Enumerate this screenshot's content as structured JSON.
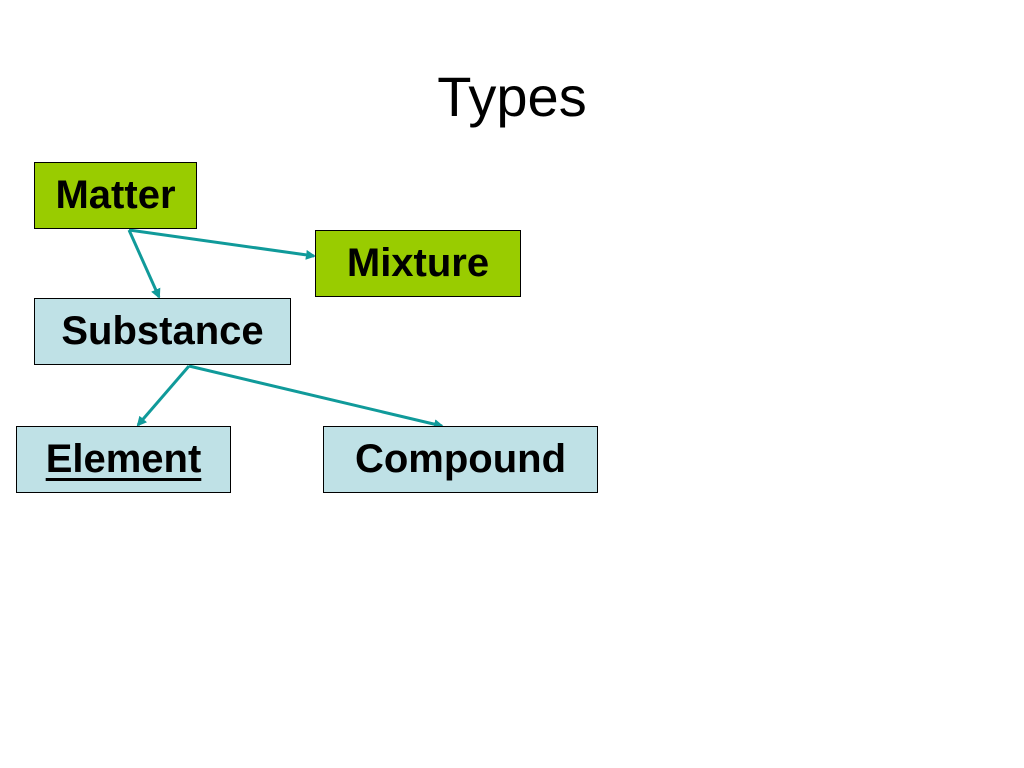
{
  "title": "Types",
  "colors": {
    "green_box": "#99cc00",
    "blue_box": "#bfe1e6",
    "arrow": "#109a9a"
  },
  "nodes": {
    "matter": "Matter",
    "mixture": "Mixture",
    "substance": "Substance",
    "element": "Element",
    "compound": "Compound"
  },
  "edges": [
    {
      "from": "matter",
      "to": "mixture"
    },
    {
      "from": "matter",
      "to": "substance"
    },
    {
      "from": "substance",
      "to": "element"
    },
    {
      "from": "substance",
      "to": "compound"
    }
  ]
}
